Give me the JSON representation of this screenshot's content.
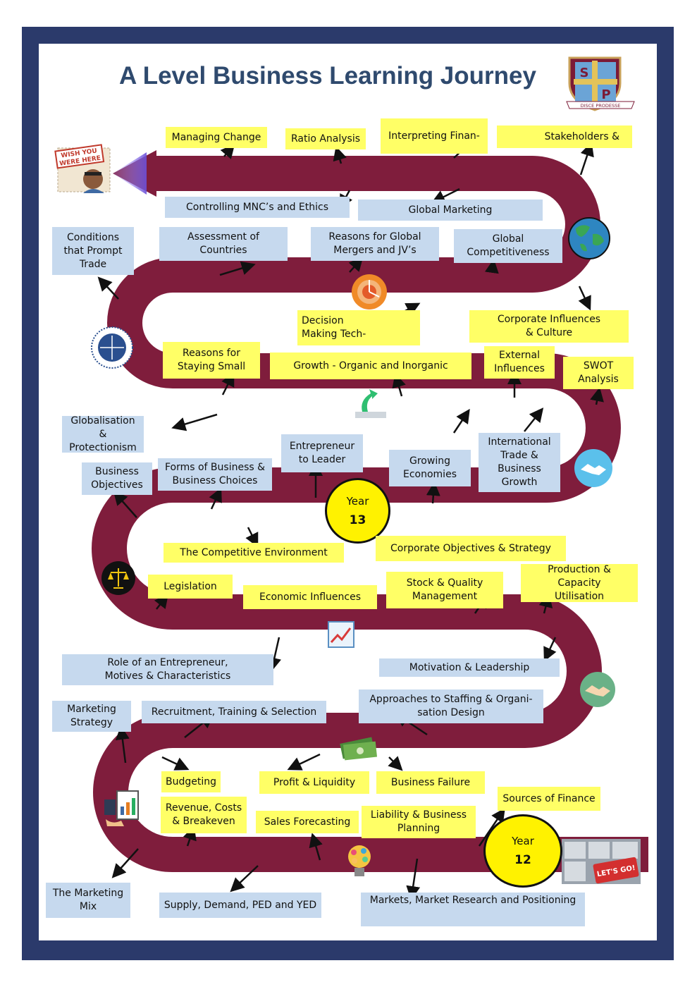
{
  "title": "A Level Business Learning Journey",
  "logo": {
    "letters": [
      "S",
      "P"
    ],
    "motto": "DISCE PRODESSE"
  },
  "start_sign": {
    "line1": "WISH YOU",
    "line2": "WERE HERE"
  },
  "go_key": {
    "label": "LET'S GO!"
  },
  "colors": {
    "road": "#7f1d3c",
    "frame": "#2b3a6b",
    "yellow_box": "#ffff66",
    "blue_box": "#c6d9ee",
    "year_circle": "#fff200",
    "title": "#2f4a6e"
  },
  "year13": {
    "label": "Year",
    "number": "13"
  },
  "year12": {
    "label": "Year",
    "number": "12"
  },
  "topics": {
    "managing_change": "Managing Change",
    "ratio_analysis": "Ratio Analysis",
    "interpreting_finance": "Interpreting Finan-",
    "stakeholders": "Stakeholders &",
    "controlling_mncs": "Controlling MNC’s and Ethics",
    "global_marketing": "Global Marketing",
    "conditions_trade": "Conditions\nthat Prompt\nTrade",
    "assessment_countries": "Assessment of\nCountries",
    "reasons_global_mergers": "Reasons for Global\nMergers and JV’s",
    "global_competitiveness": "Global\nCompetitiveness",
    "decision_making": "Decision\nMaking          Tech-",
    "corporate_influences": "Corporate Influences\n& Culture",
    "reasons_staying_small": "Reasons for\nStaying Small",
    "growth_organic": "Growth - Organic and Inorganic",
    "external_influences": "External\nInfluences",
    "swot": "SWOT\nAnalysis",
    "globalisation": "Globalisation &\nProtectionism",
    "entrepreneur_leader": "Entrepreneur\nto Leader",
    "growing_economies": "Growing\nEconomies",
    "international_trade": "International\nTrade &\nBusiness\nGrowth",
    "business_objectives": "Business\nObjectives",
    "forms_of_business": "Forms of Business &\nBusiness Choices",
    "competitive_environment": "The Competitive Environment",
    "corporate_objectives": "Corporate Objectives & Strategy",
    "legislation": "Legislation",
    "economic_influences": "Economic Influences",
    "stock_quality": "Stock & Quality\nManagement",
    "production_capacity": "Production & Capacity\nUtilisation",
    "role_entrepreneur": "Role of an Entrepreneur,\nMotives & Characteristics",
    "motivation_leadership": "Motivation & Leadership",
    "marketing_strategy": "Marketing\nStrategy",
    "recruitment": "Recruitment, Training & Selection",
    "approaches_staffing": "Approaches to Staffing & Organi-\nsation Design",
    "budgeting": "Budgeting",
    "profit_liquidity": "Profit & Liquidity",
    "business_failure": "Business Failure",
    "revenue_costs": "Revenue, Costs\n& Breakeven",
    "sales_forecasting": "Sales Forecasting",
    "liability_planning": "Liability & Business\nPlanning",
    "sources_finance": "Sources of Finance",
    "marketing_mix": "The Marketing\nMix",
    "supply_demand": "Supply, Demand, PED and YED",
    "markets_research": "Markets, Market Research and Positioning"
  }
}
